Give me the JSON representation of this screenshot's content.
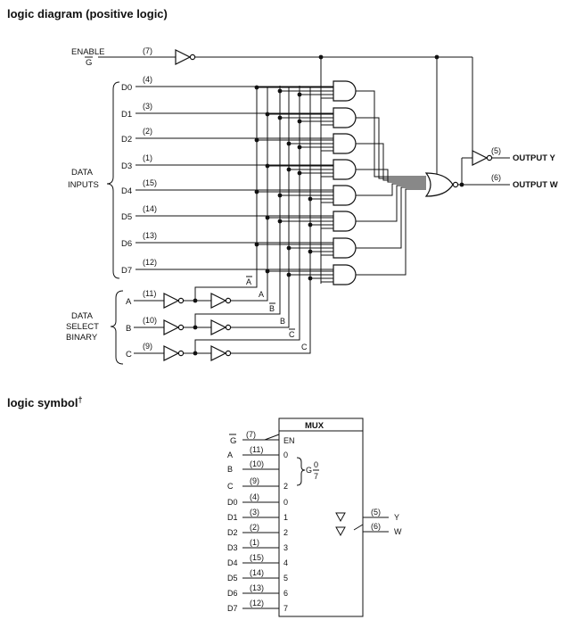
{
  "headings": {
    "logic_diagram": "logic diagram (positive logic)",
    "logic_symbol": "logic symbol",
    "dagger": "†"
  },
  "enable": {
    "label": "ENABLE",
    "bar_label": "G",
    "pin": "(7)"
  },
  "data_inputs": {
    "group_label_1": "DATA",
    "group_label_2": "INPUTS",
    "lines": [
      {
        "name": "D0",
        "pin": "(4)"
      },
      {
        "name": "D1",
        "pin": "(3)"
      },
      {
        "name": "D2",
        "pin": "(2)"
      },
      {
        "name": "D3",
        "pin": "(1)"
      },
      {
        "name": "D4",
        "pin": "(15)"
      },
      {
        "name": "D5",
        "pin": "(14)"
      },
      {
        "name": "D6",
        "pin": "(13)"
      },
      {
        "name": "D7",
        "pin": "(12)"
      }
    ]
  },
  "select_inputs": {
    "group_label_1": "DATA",
    "group_label_2": "SELECT",
    "group_label_3": "BINARY",
    "lines": [
      {
        "name": "A",
        "pin": "(11)",
        "true_label": "A",
        "bar_label": "A"
      },
      {
        "name": "B",
        "pin": "(10)",
        "true_label": "B",
        "bar_label": "B"
      },
      {
        "name": "C",
        "pin": "(9)",
        "true_label": "C",
        "bar_label": "C"
      }
    ]
  },
  "outputs": {
    "y": {
      "label": "OUTPUT Y",
      "pin": "(5)"
    },
    "w": {
      "label": "OUTPUT W",
      "pin": "(6)"
    }
  },
  "symbol": {
    "title": "MUX",
    "en_label": "EN",
    "g_input": {
      "bar_label": "G",
      "pin": "(7)"
    },
    "select": [
      {
        "name": "A",
        "pin": "(11)",
        "num": "0"
      },
      {
        "name": "B",
        "pin": "(10)",
        "num": ""
      },
      {
        "name": "C",
        "pin": "(9)",
        "num": "2"
      }
    ],
    "group_letter": "G",
    "group_top": "0",
    "group_bottom": "7",
    "data": [
      {
        "name": "D0",
        "pin": "(4)",
        "num": "0"
      },
      {
        "name": "D1",
        "pin": "(3)",
        "num": "1"
      },
      {
        "name": "D2",
        "pin": "(2)",
        "num": "2"
      },
      {
        "name": "D3",
        "pin": "(1)",
        "num": "3"
      },
      {
        "name": "D4",
        "pin": "(15)",
        "num": "4"
      },
      {
        "name": "D5",
        "pin": "(14)",
        "num": "5"
      },
      {
        "name": "D6",
        "pin": "(13)",
        "num": "6"
      },
      {
        "name": "D7",
        "pin": "(12)",
        "num": "7"
      }
    ],
    "outputs": [
      {
        "name": "Y",
        "pin": "(5)"
      },
      {
        "name": "W",
        "pin": "(6)"
      }
    ]
  }
}
